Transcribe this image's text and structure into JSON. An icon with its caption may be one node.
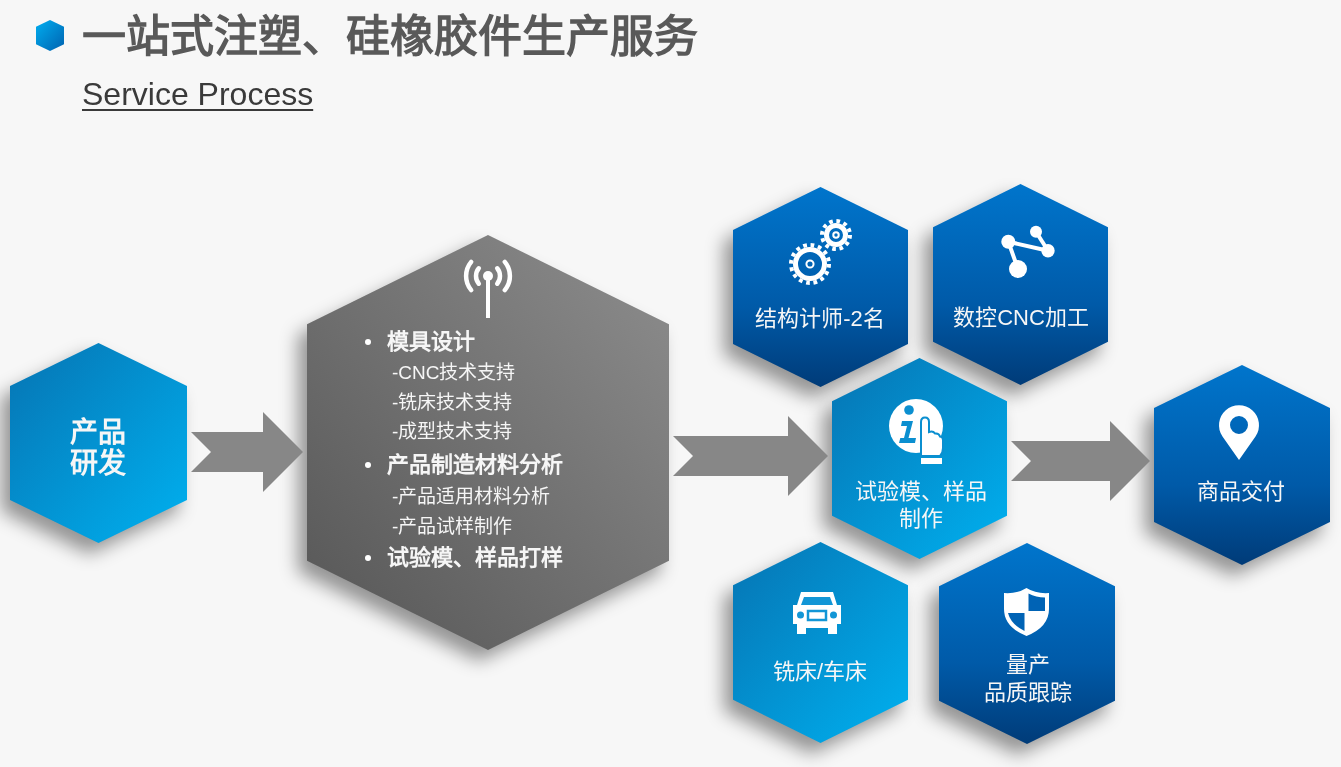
{
  "diagram": {
    "title": "一站式注塑、硅橡胶件生产服务",
    "nodes": [
      {
        "text": [
          "产品研发"
        ]
      },
      {
        "text": [
          "模具设计",
          "-CNC技术支持",
          "-铣床技术支持",
          "-成型技术支持",
          "产品制造材料分析",
          "-产品适用材料分析",
          "-产品试样制作",
          "试验模、样品打样"
        ]
      },
      {
        "text": [
          "结构计师-2名"
        ]
      },
      {
        "text": [
          "数控CNC加工"
        ]
      },
      {
        "text": [
          "试验模、样品制作"
        ]
      },
      {
        "text": [
          "铣床/车床"
        ]
      },
      {
        "text": [
          "量产",
          "品质跟踪"
        ]
      },
      {
        "text": [
          "商品交付"
        ]
      }
    ],
    "edges": [
      {
        "from": 0,
        "to": 1,
        "arrow": "to"
      },
      {
        "from": 1,
        "to": 4,
        "arrow": "to"
      },
      {
        "from": 4,
        "to": 7,
        "arrow": "to"
      }
    ],
    "labels": [
      "Service Process"
    ]
  }
}
